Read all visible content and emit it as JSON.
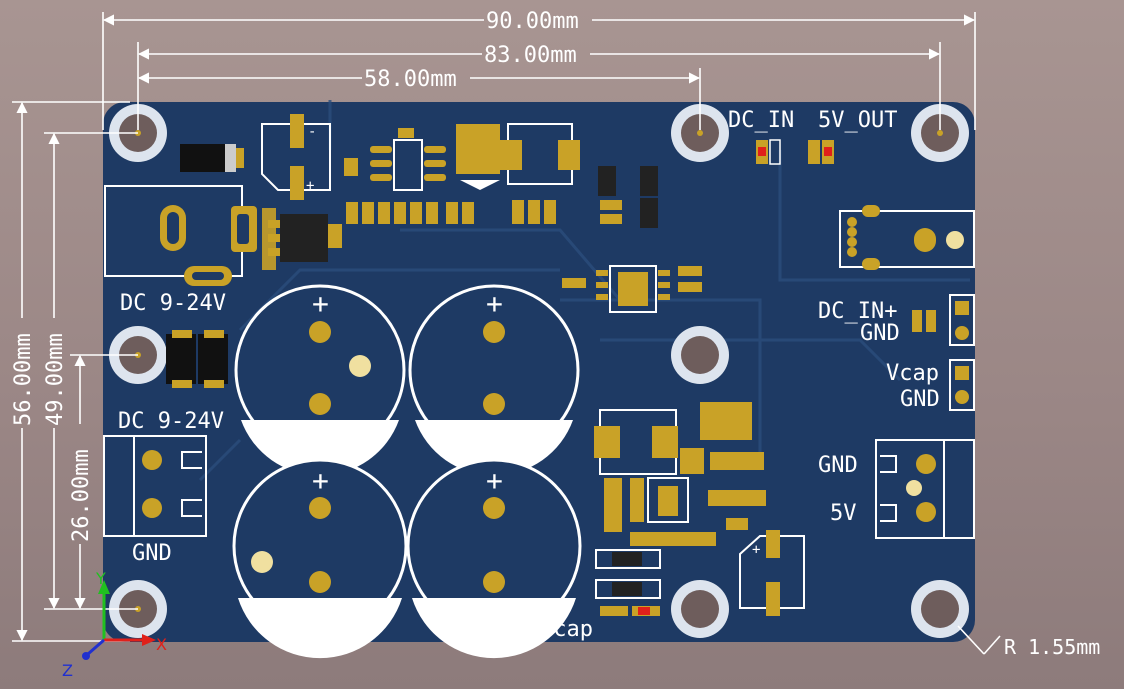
{
  "dimensions": {
    "width_90": "90.00mm",
    "width_83": "83.00mm",
    "width_58": "58.00mm",
    "height_56": "56.00mm",
    "height_49": "49.00mm",
    "height_26": "26.00mm",
    "radius": "R 1.55mm"
  },
  "silkscreen": {
    "dc_in": "DC_IN",
    "five_v_out": "5V_OUT",
    "dc_input_top": "DC 9-24V",
    "dc_input_mid": "DC 9-24V",
    "gnd_terminal_left": "GND",
    "dc_in_plus": "DC_IN+",
    "gnd_header1": "GND",
    "vcap": "Vcap",
    "gnd_header2": "GND",
    "gnd_terminal_right": "GND",
    "five_v": "5V",
    "vcap_bottom": "Vcap",
    "plus": "+",
    "minus": "-"
  },
  "axes": {
    "x": "X",
    "y": "Y",
    "z": "Z"
  },
  "colors": {
    "board": "#1e3a64",
    "silkscreen": "#ffffff",
    "pad_gold": "#c9a227",
    "dimension": "#ffffff",
    "axis_x": "#e0201a",
    "axis_y": "#20c020",
    "axis_z": "#2030d0"
  }
}
